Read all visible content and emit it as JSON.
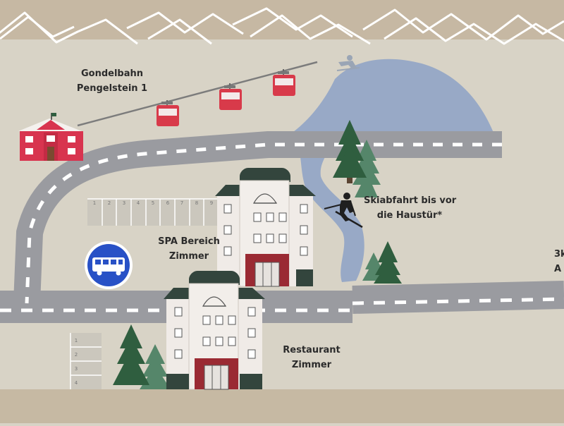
{
  "map": {
    "labels": {
      "gondola_line1": "Gondelbahn",
      "gondola_line2": "Pengelstein 1",
      "ski_line1": "Skiabfahrt bis vor",
      "ski_line2": "die Haustür*",
      "spa_line1": "SPA Bereich",
      "spa_line2": "Zimmer",
      "restaurant_line1": "Restaurant",
      "restaurant_line2": "Zimmer",
      "edge_line1": "3k",
      "edge_line2": "A"
    },
    "parking_upper_numbers": [
      "1",
      "2",
      "3",
      "4",
      "5",
      "6",
      "7",
      "8",
      "9"
    ],
    "parking_lower_numbers": [
      "1",
      "2",
      "3",
      "4"
    ],
    "colors": {
      "background": "#d8d3c6",
      "mountain_band": "#c6b8a3",
      "road": "#9a9ba0",
      "road_marking": "#ffffff",
      "ski_slope": "#98a9c6",
      "gondola_cabin": "#d83a4a",
      "station_building": "#d8344f",
      "hotel_wall": "#f0ebe7",
      "hotel_roof": "#33453d",
      "tree_dark": "#2f5e3f",
      "tree_light": "#55866a",
      "bus_sign": "#2851c6",
      "ground_band": "#c6b9a3"
    },
    "icons": [
      "mountain-range-icon",
      "gondola-cabin-icon",
      "valley-station-icon",
      "skier-icon",
      "bus-stop-icon",
      "fir-tree-icon",
      "hotel-building-icon"
    ]
  }
}
